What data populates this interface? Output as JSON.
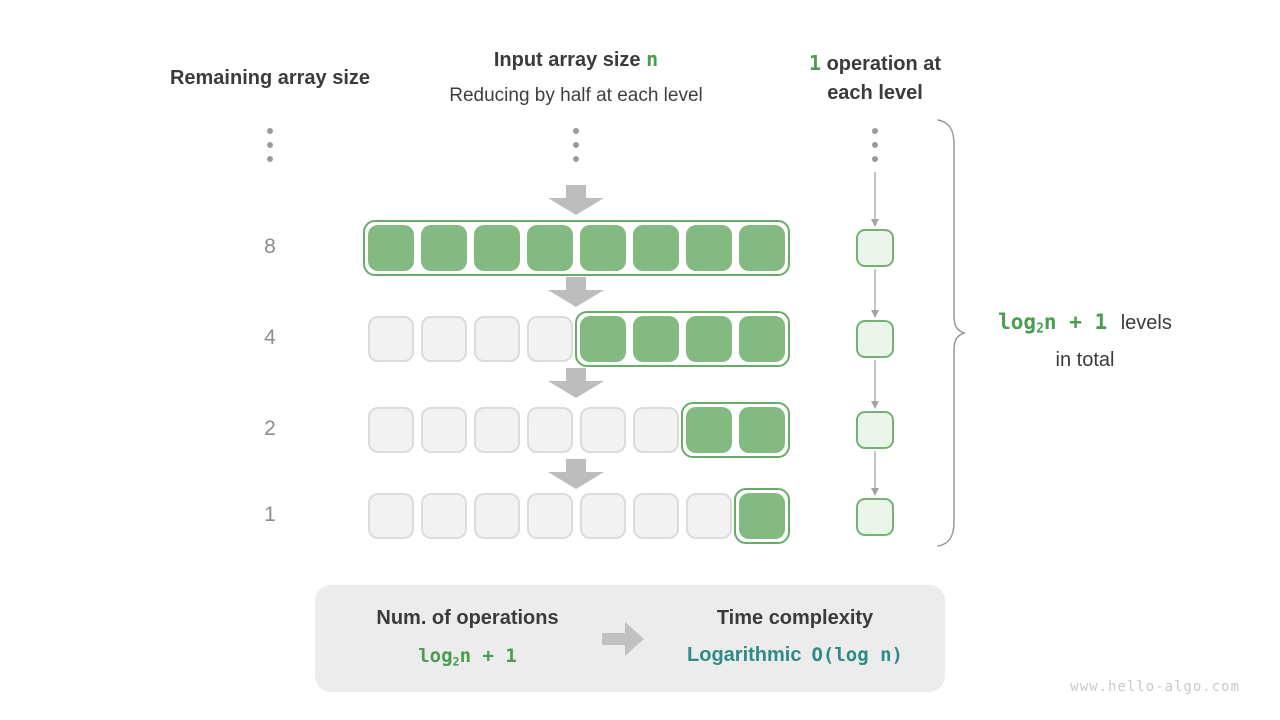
{
  "headers": {
    "remaining": "Remaining array size",
    "input_title_pre": "Input array size ",
    "input_title_var": "n",
    "input_subtitle": "Reducing by half at each level",
    "operation_count": "1",
    "operation_rest": " operation at each level"
  },
  "rows": [
    {
      "label": "8",
      "total": 8,
      "active_start": 0
    },
    {
      "label": "4",
      "total": 8,
      "active_start": 4
    },
    {
      "label": "2",
      "total": 8,
      "active_start": 6
    },
    {
      "label": "1",
      "total": 8,
      "active_start": 7
    }
  ],
  "brace_label": {
    "formula_pre": "log",
    "formula_sub": "2",
    "formula_post": "n + 1",
    "suffix": "levels",
    "line2": "in total"
  },
  "summary": {
    "operations_title": "Num. of operations",
    "operations_formula_pre": "log",
    "operations_formula_sub": "2",
    "operations_formula_post": "n + 1",
    "complexity_title": "Time complexity",
    "complexity_name": "Logarithmic",
    "complexity_big_o": "O(log n)"
  },
  "watermark": "www.hello-algo.com",
  "colors": {
    "green_fill": "#82ba81",
    "green_border": "#67ac67",
    "pale_green_fill": "#eaf4e8",
    "pale_green_border": "#74b174",
    "gray_box_fill": "#f2f2f2",
    "gray_box_border": "#dbdbdb",
    "green_text": "#4a9d4e",
    "teal_text": "#2f8c85",
    "dark_text": "#3b3b3b",
    "muted_text": "#8c8c8c",
    "arrow_gray": "#bdbdbd",
    "thin_arrow_gray": "#a3a3a3",
    "dots_gray": "#9a9a9a",
    "brace_gray": "#999999",
    "summary_bg": "#ececec",
    "watermark_gray": "#c9c9c9"
  }
}
